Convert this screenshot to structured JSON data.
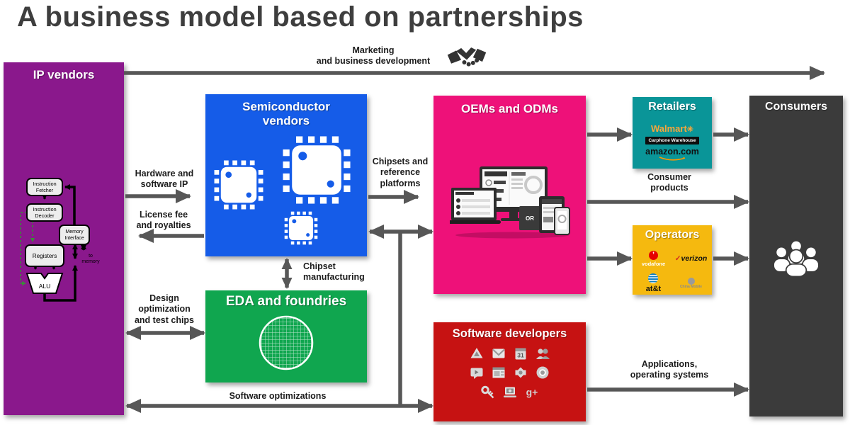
{
  "title": "A business model based on partnerships",
  "nodes": {
    "ip_vendors": {
      "label": "IP vendors",
      "color": "#8a188c"
    },
    "semiconductor_vendors": {
      "label": "Semiconductor\nvendors",
      "color": "#155ce8"
    },
    "eda_foundries": {
      "label": "EDA and foundries",
      "color": "#10a64f"
    },
    "oems_odms": {
      "label": "OEMs and ODMs",
      "color": "#ee1179",
      "device_card_text": "OR"
    },
    "software_developers": {
      "label": "Software developers",
      "color": "#c61212"
    },
    "retailers": {
      "label": "Retailers",
      "color": "#0a9598",
      "logos": [
        "Walmart",
        "Carphone Warehouse",
        "amazon.com"
      ],
      "walmart_spark": "✳"
    },
    "operators": {
      "label": "Operators",
      "color": "#f5b90f",
      "logos": [
        "vodafone",
        "verizon",
        "at&t",
        "China Mobile"
      ],
      "verizon_check": "✓",
      "vodafone_mark": "’"
    },
    "consumers": {
      "label": "Consumers",
      "color": "#3b3b3b"
    }
  },
  "flows": {
    "marketing": "Marketing\nand business development",
    "hardware_ip": "Hardware and\nsoftware IP",
    "license_fee": "License fee\nand royalties",
    "chipsets": "Chipsets and\nreference\nplatforms",
    "chipset_manufacturing": "Chipset\nmanufacturing",
    "design_optimization": "Design\noptimization\nand test chips",
    "software_optimizations": "Software optimizations",
    "consumer_products": "Consumer\nproducts",
    "applications": "Applications,\noperating systems"
  },
  "cpu_diagram": {
    "fetcher": "Instruction\nFetcher",
    "decoder": "Instruction\nDecoder",
    "memory_if": "Memory\nInterface",
    "registers": "Registers",
    "alu": "ALU",
    "note": "to\nmemory"
  },
  "colors": {
    "arrow": "#575757",
    "title_text": "#3e3e3e"
  }
}
